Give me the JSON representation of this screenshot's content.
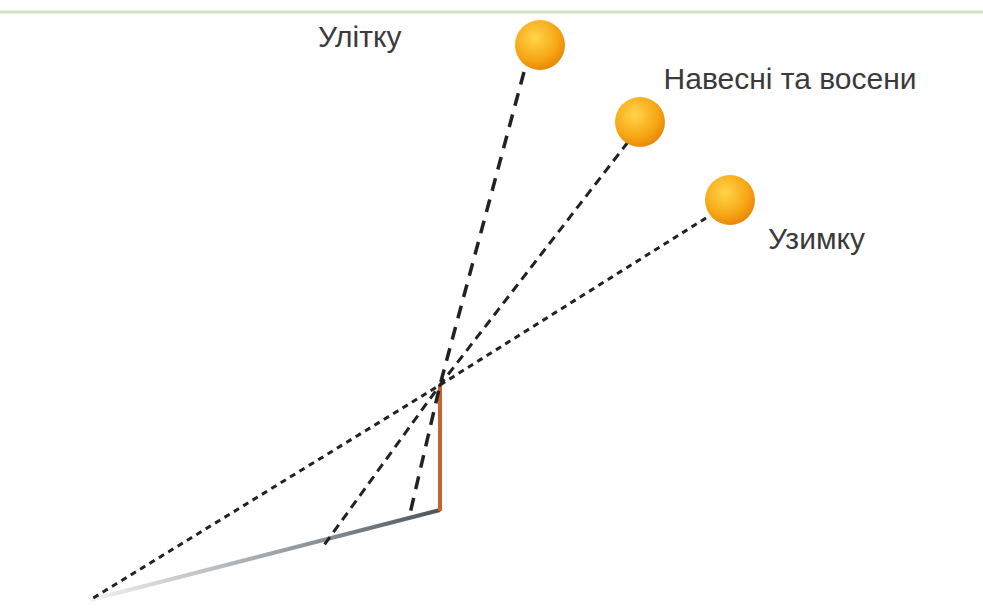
{
  "diagram": {
    "labels": [
      "Улітку",
      "Навесні та восени",
      "Узимку"
    ]
  }
}
